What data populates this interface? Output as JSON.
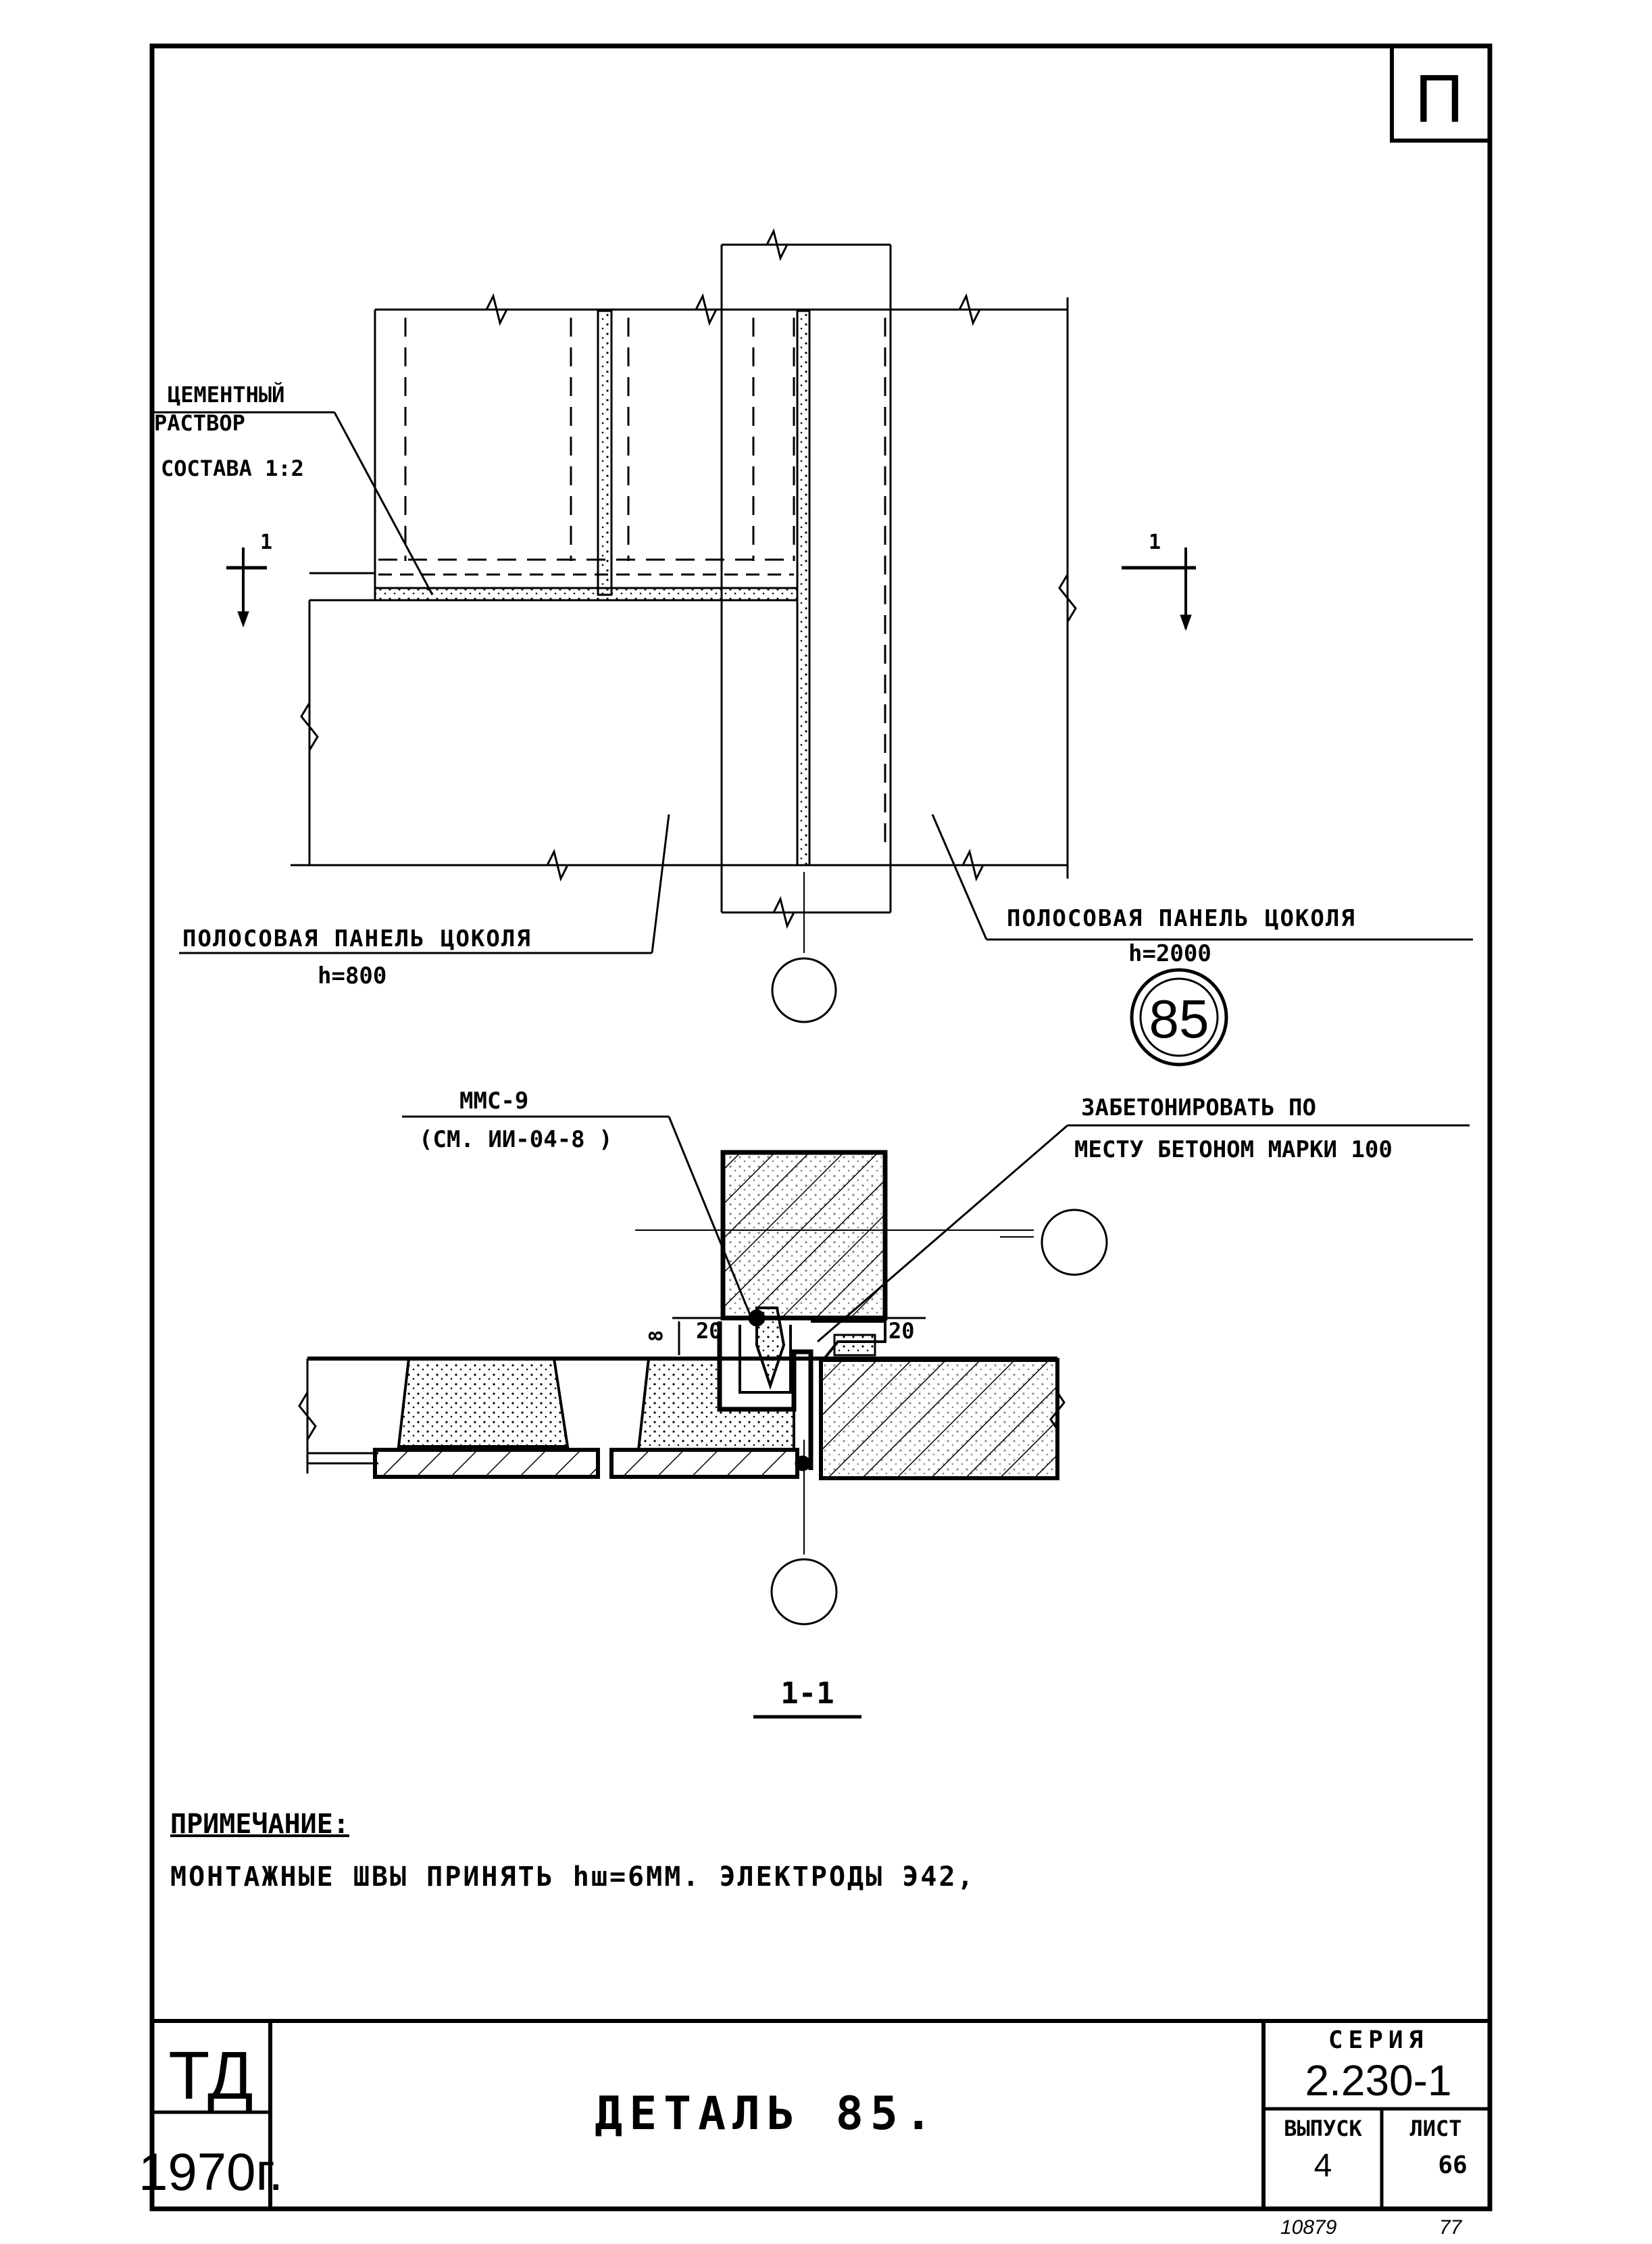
{
  "sheet_mark": "П",
  "plan": {
    "label_mortar": [
      "ЦЕМЕНТНЫЙ",
      "РАСТВОР",
      "СОСТАВА 1:2"
    ],
    "section_mark_left": "1",
    "section_mark_right": "1",
    "label_panel_left": "ПОЛОСОВАЯ ПАНЕЛЬ ЦОКОЛЯ",
    "label_panel_left_h": "h=800",
    "label_panel_right": "ПОЛОСОВАЯ ПАНЕЛЬ ЦОКОЛЯ",
    "label_panel_right_h": "h=2000",
    "detail_number": "85"
  },
  "section": {
    "label_mmc": "ММС-9",
    "label_mmc_ref": "(СМ. ИИ-04-8 )",
    "label_concrete": [
      "ЗАБЕТОНИРОВАТЬ ПО",
      "МЕСТУ БЕТОНОМ МАРКИ 100"
    ],
    "dim_left": "20",
    "dim_right": "20",
    "dim_vertical": "8",
    "title": "1-1"
  },
  "note": {
    "heading": "ПРИМЕЧАНИЕ:",
    "text": "МОНТАЖНЫЕ ШВЫ ПРИНЯТЬ hш=6ММ. ЭЛЕКТРОДЫ Э42,"
  },
  "title_block": {
    "org": "ТД",
    "year": "1970г.",
    "title": "ДЕТАЛЬ 85.",
    "series_label": "СЕРИЯ",
    "series_value": "2.230-1",
    "issue_label": "ВЫПУСК",
    "issue_value": "4",
    "sheet_label": "ЛИСТ",
    "sheet_value": "66",
    "footer_left": "10879",
    "footer_right": "77"
  }
}
